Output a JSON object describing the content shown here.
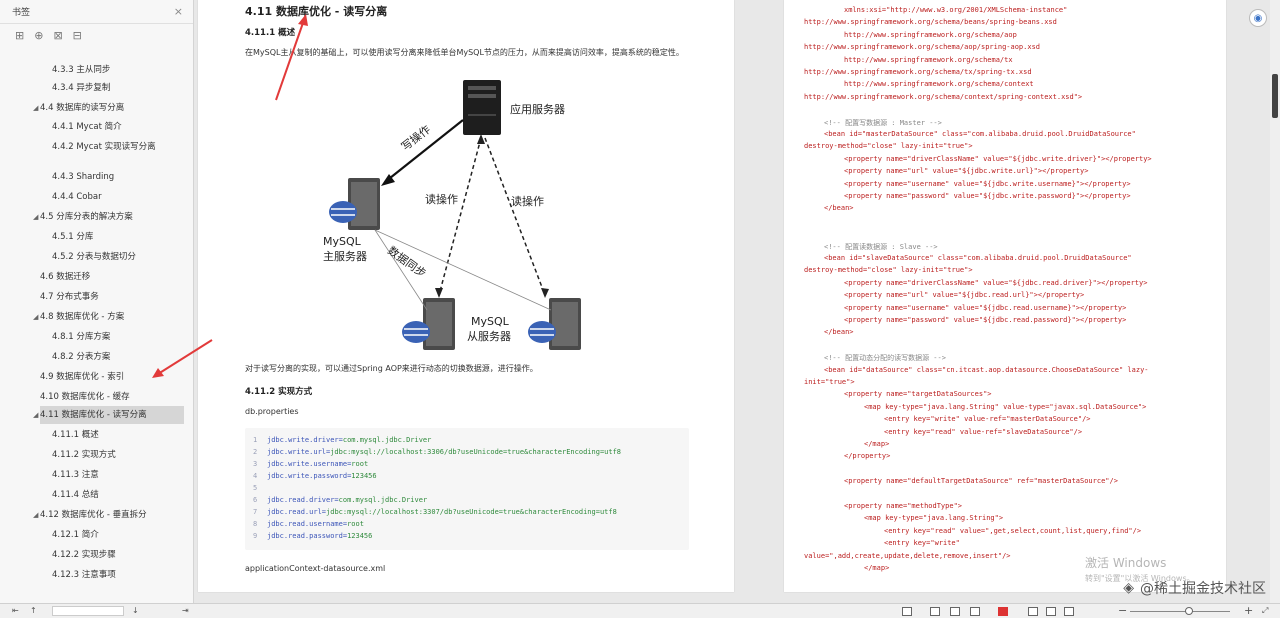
{
  "sidebar": {
    "title": "书签",
    "close": "×",
    "tools": [
      "⊞",
      "⊕",
      "⊠",
      "⊟"
    ],
    "items": [
      {
        "label": "4.3.3 主从同步",
        "level": 2,
        "caret": ""
      },
      {
        "label": "4.3.4 异步复制",
        "level": 2,
        "caret": ""
      },
      {
        "label": "4.4 数据库的读写分离",
        "level": 1,
        "caret": "◢"
      },
      {
        "label": "4.4.1 Mycat 简介",
        "level": 2,
        "caret": ""
      },
      {
        "label": "4.4.2 Mycat 实现读写分离",
        "level": 2,
        "caret": "",
        "wrap": true
      },
      {
        "label": "4.4.3 Sharding",
        "level": 2,
        "caret": ""
      },
      {
        "label": "4.4.4 Cobar",
        "level": 2,
        "caret": ""
      },
      {
        "label": "4.5 分库分表的解决方案",
        "level": 1,
        "caret": "◢"
      },
      {
        "label": "4.5.1 分库",
        "level": 2,
        "caret": ""
      },
      {
        "label": "4.5.2 分表与数据切分",
        "level": 2,
        "caret": ""
      },
      {
        "label": "4.6 数据迁移",
        "level": 1,
        "caret": ""
      },
      {
        "label": "4.7 分布式事务",
        "level": 1,
        "caret": ""
      },
      {
        "label": "4.8 数据库优化 - 方案",
        "level": 1,
        "caret": "◢"
      },
      {
        "label": "4.8.1 分库方案",
        "level": 2,
        "caret": ""
      },
      {
        "label": "4.8.2 分表方案",
        "level": 2,
        "caret": ""
      },
      {
        "label": "4.9 数据库优化 - 索引",
        "level": 1,
        "caret": ""
      },
      {
        "label": "4.10 数据库优化 - 缓存",
        "level": 1,
        "caret": ""
      },
      {
        "label": "4.11 数据库优化 - 读写分离",
        "level": 1,
        "caret": "◢",
        "active": true
      },
      {
        "label": "4.11.1 概述",
        "level": 2,
        "caret": ""
      },
      {
        "label": "4.11.2 实现方式",
        "level": 2,
        "caret": ""
      },
      {
        "label": "4.11.3 注意",
        "level": 2,
        "caret": ""
      },
      {
        "label": "4.11.4 总结",
        "level": 2,
        "caret": ""
      },
      {
        "label": "4.12 数据库优化 - 垂直拆分",
        "level": 1,
        "caret": "◢"
      },
      {
        "label": "4.12.1 简介",
        "level": 2,
        "caret": ""
      },
      {
        "label": "4.12.2 实现步骤",
        "level": 2,
        "caret": ""
      },
      {
        "label": "4.12.3 注意事项",
        "level": 2,
        "caret": ""
      }
    ]
  },
  "doc": {
    "section_title": "4.11 数据库优化 - 读写分离",
    "sub1": "4.11.1 概述",
    "para1": "在MySQL主从复制的基础上，可以使用读写分离来降低单台MySQL节点的压力，从而来提高访问效率，提高系统的稳定性。",
    "diagram": {
      "app_server": "应用服务器",
      "write_op": "写操作",
      "read_op_1": "读操作",
      "read_op_2": "读操作",
      "master_label_1": "MySQL",
      "master_label_2": "主服务器",
      "sync_label": "数据同步",
      "slave_label_1": "MySQL",
      "slave_label_2": "从服务器"
    },
    "para2": "对于读写分离的实现，可以通过Spring AOP来进行动态的切换数据源，进行操作。",
    "sub2": "4.11.2 实现方式",
    "para3": "db.properties",
    "code": [
      {
        "n": "1",
        "k": "jdbc.write.driver=",
        "v": "com.mysql.jdbc.Driver"
      },
      {
        "n": "2",
        "k": "jdbc.write.url=",
        "v": "jdbc:mysql://localhost:3306/db?useUnicode=true&characterEncoding=utf8"
      },
      {
        "n": "3",
        "k": "jdbc.write.username=",
        "v": "root"
      },
      {
        "n": "4",
        "k": "jdbc.write.password=",
        "v": "123456"
      },
      {
        "n": "5",
        "k": "",
        "v": ""
      },
      {
        "n": "6",
        "k": "jdbc.read.driver=",
        "v": "com.mysql.jdbc.Driver"
      },
      {
        "n": "7",
        "k": "jdbc.read.url=",
        "v": "jdbc:mysql://localhost:3307/db?useUnicode=true&characterEncoding=utf8"
      },
      {
        "n": "8",
        "k": "jdbc.read.username=",
        "v": "root"
      },
      {
        "n": "9",
        "k": "jdbc.read.password=",
        "v": "123456"
      }
    ],
    "para4": "applicationContext-datasource.xml"
  },
  "xml": {
    "lines": [
      {
        "t": "xmlns:xsi=\"http://www.w3.org/2001/XMLSchema-instance\"",
        "kind": "r",
        "indent": 40
      },
      {
        "t": "http://www.springframework.org/schema/beans/spring-beans.xsd",
        "kind": "r",
        "indent": 0
      },
      {
        "t": "http://www.springframework.org/schema/aop",
        "kind": "r",
        "indent": 40
      },
      {
        "t": "http://www.springframework.org/schema/aop/spring-aop.xsd",
        "kind": "r",
        "indent": 0
      },
      {
        "t": "http://www.springframework.org/schema/tx",
        "kind": "r",
        "indent": 40
      },
      {
        "t": "http://www.springframework.org/schema/tx/spring-tx.xsd",
        "kind": "r",
        "indent": 0
      },
      {
        "t": "http://www.springframework.org/schema/context",
        "kind": "r",
        "indent": 40
      },
      {
        "t": "http://www.springframework.org/schema/context/spring-context.xsd\">",
        "kind": "r",
        "indent": 0
      },
      {
        "t": "",
        "kind": "g",
        "indent": 0
      },
      {
        "t": "<!-- 配置写数据源 : Master -->",
        "kind": "g",
        "indent": 20
      },
      {
        "t": "<bean id=\"masterDataSource\" class=\"com.alibaba.druid.pool.DruidDataSource\"",
        "kind": "r",
        "indent": 20
      },
      {
        "t": "destroy-method=\"close\" lazy-init=\"true\">",
        "kind": "r",
        "indent": 0
      },
      {
        "t": "<property name=\"driverClassName\" value=\"${jdbc.write.driver}\"></property>",
        "kind": "r",
        "indent": 40
      },
      {
        "t": "<property name=\"url\" value=\"${jdbc.write.url}\"></property>",
        "kind": "r",
        "indent": 40
      },
      {
        "t": "<property name=\"username\" value=\"${jdbc.write.username}\"></property>",
        "kind": "r",
        "indent": 40
      },
      {
        "t": "<property name=\"password\" value=\"${jdbc.write.password}\"></property>",
        "kind": "r",
        "indent": 40
      },
      {
        "t": "</bean>",
        "kind": "r",
        "indent": 20
      },
      {
        "t": "",
        "kind": "g",
        "indent": 0
      },
      {
        "t": "",
        "kind": "g",
        "indent": 0
      },
      {
        "t": "<!-- 配置读数据源 : Slave -->",
        "kind": "g",
        "indent": 20
      },
      {
        "t": "<bean id=\"slaveDataSource\" class=\"com.alibaba.druid.pool.DruidDataSource\"",
        "kind": "r",
        "indent": 20
      },
      {
        "t": "destroy-method=\"close\" lazy-init=\"true\">",
        "kind": "r",
        "indent": 0
      },
      {
        "t": "<property name=\"driverClassName\" value=\"${jdbc.read.driver}\"></property>",
        "kind": "r",
        "indent": 40
      },
      {
        "t": "<property name=\"url\" value=\"${jdbc.read.url}\"></property>",
        "kind": "r",
        "indent": 40
      },
      {
        "t": "<property name=\"username\" value=\"${jdbc.read.username}\"></property>",
        "kind": "r",
        "indent": 40
      },
      {
        "t": "<property name=\"password\" value=\"${jdbc.read.password}\"></property>",
        "kind": "r",
        "indent": 40
      },
      {
        "t": "</bean>",
        "kind": "r",
        "indent": 20
      },
      {
        "t": "",
        "kind": "g",
        "indent": 0
      },
      {
        "t": "<!-- 配置动态分配的读写数据源 -->",
        "kind": "g",
        "indent": 20
      },
      {
        "t": "<bean id=\"dataSource\" class=\"cn.itcast.aop.datasource.ChooseDataSource\" lazy-",
        "kind": "r",
        "indent": 20
      },
      {
        "t": "init=\"true\">",
        "kind": "r",
        "indent": 0
      },
      {
        "t": "<property name=\"targetDataSources\">",
        "kind": "r",
        "indent": 40
      },
      {
        "t": "<map key-type=\"java.lang.String\" value-type=\"javax.sql.DataSource\">",
        "kind": "r",
        "indent": 60
      },
      {
        "t": "<entry key=\"write\" value-ref=\"masterDataSource\"/>",
        "kind": "r",
        "indent": 80
      },
      {
        "t": "<entry key=\"read\" value-ref=\"slaveDataSource\"/>",
        "kind": "r",
        "indent": 80
      },
      {
        "t": "</map>",
        "kind": "r",
        "indent": 60
      },
      {
        "t": "</property>",
        "kind": "r",
        "indent": 40
      },
      {
        "t": "",
        "kind": "g",
        "indent": 0
      },
      {
        "t": "<property name=\"defaultTargetDataSource\" ref=\"masterDataSource\"/>",
        "kind": "r",
        "indent": 40
      },
      {
        "t": "",
        "kind": "g",
        "indent": 0
      },
      {
        "t": "<property name=\"methodType\">",
        "kind": "r",
        "indent": 40
      },
      {
        "t": "<map key-type=\"java.lang.String\">",
        "kind": "r",
        "indent": 60
      },
      {
        "t": "<entry key=\"read\" value=\",get,select,count,list,query,find\"/>",
        "kind": "r",
        "indent": 80
      },
      {
        "t": "<entry key=\"write\"",
        "kind": "r",
        "indent": 80
      },
      {
        "t": "value=\",add,create,update,delete,remove,insert\"/>",
        "kind": "r",
        "indent": 0
      },
      {
        "t": "</map>",
        "kind": "r",
        "indent": 60
      }
    ]
  },
  "watermark": {
    "win_line1": "激活 Windows",
    "win_line2": "转到\"设置\"以激活 Windows。",
    "juejin": "@稀土掘金技术社区"
  },
  "status": {
    "page_value": "",
    "left_icons": [
      "⇤",
      "↑",
      "↓",
      "⇥"
    ],
    "zoom_minus": "−",
    "zoom_plus": "+",
    "fit_icon": "⤢"
  },
  "colors": {
    "arrow": "#e23a3a",
    "code_key": "#3c55b8",
    "code_value": "#2f8a3c",
    "xml_red": "#bb1e1e"
  }
}
